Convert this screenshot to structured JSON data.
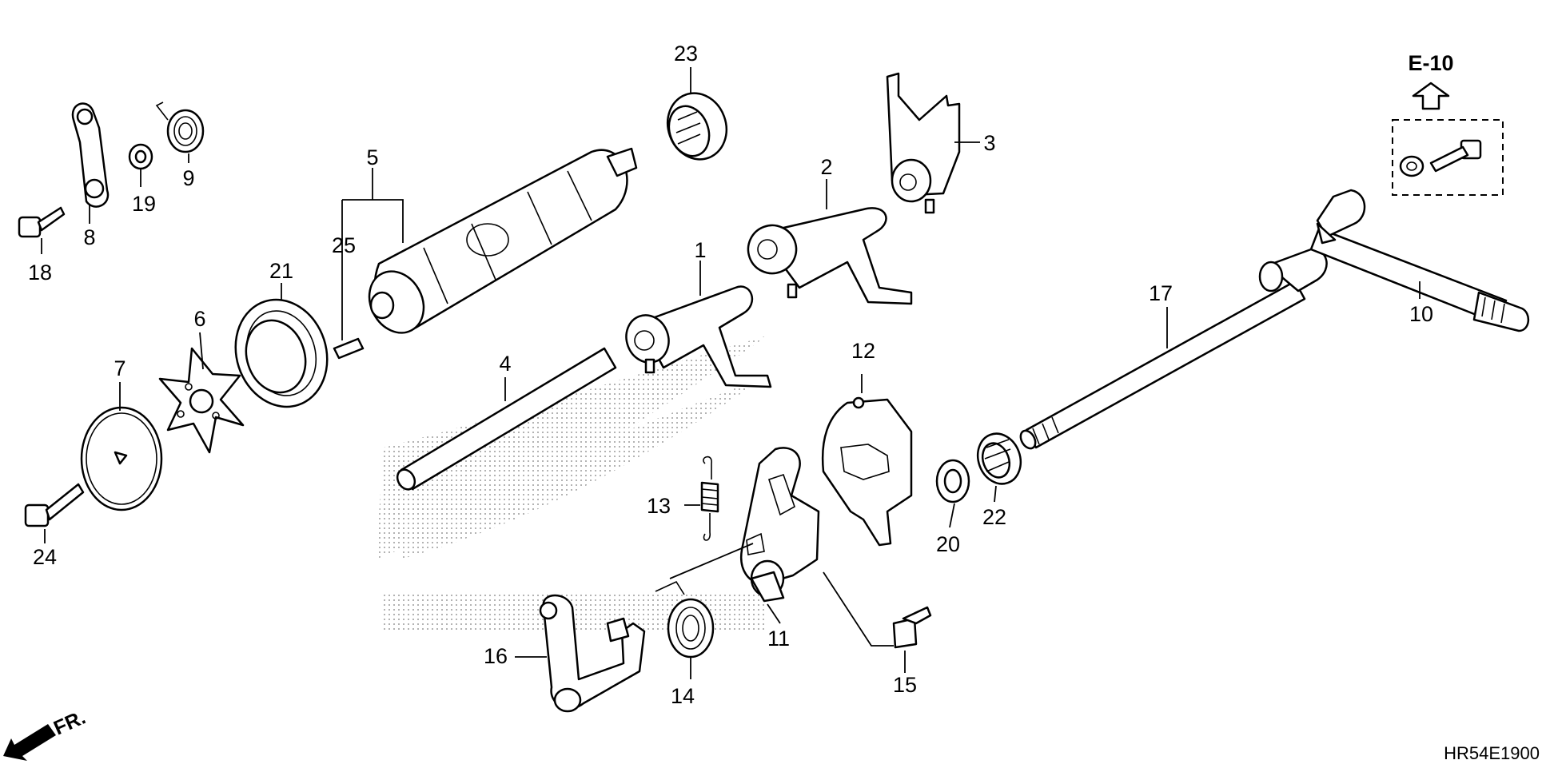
{
  "diagram": {
    "reference_label": "E-10",
    "front_label": "FR.",
    "code": "HR54E1900",
    "parts": [
      "1",
      "2",
      "3",
      "4",
      "5",
      "6",
      "7",
      "8",
      "9",
      "10",
      "11",
      "12",
      "13",
      "14",
      "15",
      "16",
      "17",
      "18",
      "19",
      "20",
      "21",
      "22",
      "23",
      "24",
      "25"
    ],
    "watermark_colors": {
      "stipple": "#bdbdbd"
    }
  }
}
